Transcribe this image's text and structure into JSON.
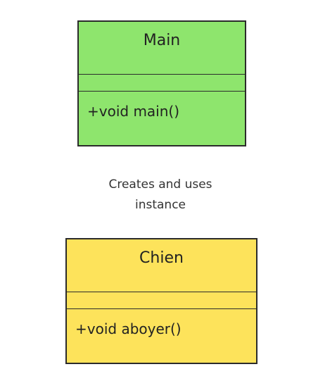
{
  "classes": {
    "main": {
      "name": "Main",
      "attributes": [],
      "methods": [
        "+void main()"
      ],
      "fill_color": "#8ee56d"
    },
    "chien": {
      "name": "Chien",
      "attributes": [],
      "methods": [
        "+void aboyer()"
      ],
      "fill_color": "#fde35b"
    }
  },
  "relation": {
    "label_line1": "Creates and uses",
    "label_line2": "instance"
  }
}
